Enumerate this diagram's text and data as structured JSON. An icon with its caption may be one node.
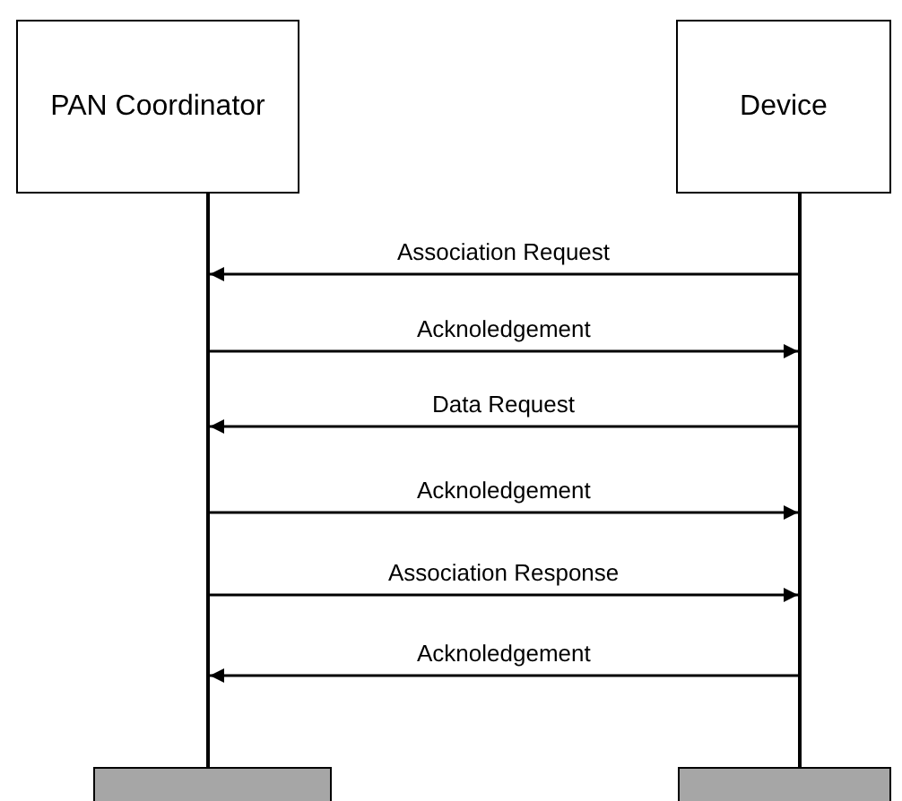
{
  "diagram": {
    "nodes": [
      {
        "text": [
          "PAN Coordinator"
        ]
      },
      {
        "text": [
          "Device"
        ]
      },
      {
        "text": [],
        "shape": "bar"
      },
      {
        "text": [],
        "shape": "bar"
      },
      {
        "text": [],
        "shape": "box"
      },
      {
        "text": [],
        "shape": "box"
      }
    ],
    "edges": [
      {
        "from": 3,
        "to": 2,
        "arrow": "to",
        "label": "Association Request"
      },
      {
        "from": 2,
        "to": 3,
        "arrow": "to",
        "label": "Acknoledgement"
      },
      {
        "from": 3,
        "to": 2,
        "arrow": "to",
        "label": "Data Request"
      },
      {
        "from": 2,
        "to": 3,
        "arrow": "to",
        "label": "Acknoledgement"
      },
      {
        "from": 2,
        "to": 3,
        "arrow": "to",
        "label": "Association Response"
      },
      {
        "from": 3,
        "to": 2,
        "arrow": "to",
        "label": "Acknoledgement"
      }
    ]
  }
}
